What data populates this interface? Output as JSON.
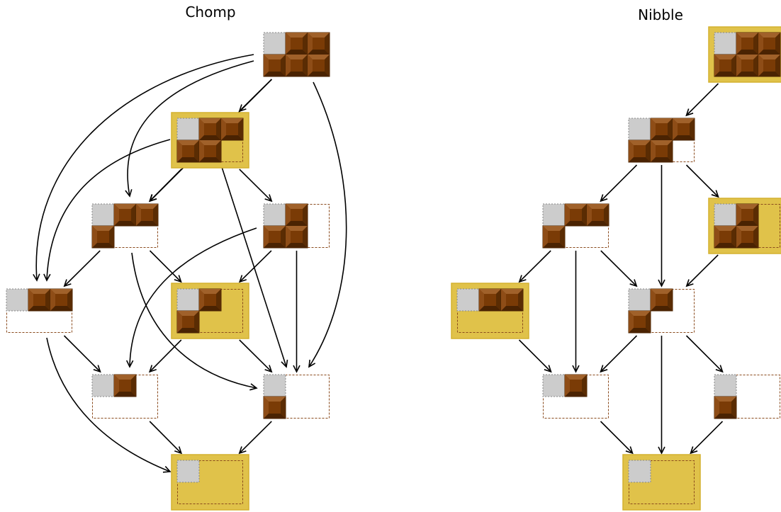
{
  "titles": {
    "left": "Chomp",
    "right": "Nibble"
  },
  "colors": {
    "chocolate": "#7a3b06",
    "chocolate_light": "#a0612a",
    "chocolate_dark": "#4a2302",
    "poison": "#cccccc",
    "highlight_fill": "#e0c24a",
    "highlight_stroke": "#d4b12f",
    "outline": "#8a4a1c",
    "arrow": "#000000"
  },
  "legend_note": "",
  "diagrams": [
    {
      "id": "chomp",
      "nodes": [
        {
          "id": "c0",
          "rows": [
            3,
            3
          ],
          "highlight": false
        },
        {
          "id": "c1",
          "rows": [
            3,
            2
          ],
          "highlight": true
        },
        {
          "id": "c2",
          "rows": [
            3,
            1
          ],
          "highlight": false
        },
        {
          "id": "c3",
          "rows": [
            2,
            2
          ],
          "highlight": false
        },
        {
          "id": "c4",
          "rows": [
            3,
            0
          ],
          "highlight": false
        },
        {
          "id": "c5",
          "rows": [
            2,
            1
          ],
          "highlight": true
        },
        {
          "id": "c6",
          "rows": [
            2,
            0
          ],
          "highlight": false
        },
        {
          "id": "c7",
          "rows": [
            1,
            1
          ],
          "highlight": false
        },
        {
          "id": "c8",
          "rows": [
            1,
            0
          ],
          "highlight": true
        }
      ],
      "edges": [
        [
          "c0",
          "c1"
        ],
        [
          "c0",
          "c3"
        ],
        [
          "c0",
          "c2"
        ],
        [
          "c0",
          "c4"
        ],
        [
          "c0",
          "c7"
        ],
        [
          "c1",
          "c2"
        ],
        [
          "c1",
          "c3"
        ],
        [
          "c1",
          "c4"
        ],
        [
          "c1",
          "c7"
        ],
        [
          "c2",
          "c4"
        ],
        [
          "c2",
          "c5"
        ],
        [
          "c2",
          "c7"
        ],
        [
          "c3",
          "c5"
        ],
        [
          "c3",
          "c7"
        ],
        [
          "c3",
          "c6"
        ],
        [
          "c4",
          "c6"
        ],
        [
          "c4",
          "c8"
        ],
        [
          "c5",
          "c6"
        ],
        [
          "c5",
          "c7"
        ],
        [
          "c6",
          "c8"
        ],
        [
          "c7",
          "c8"
        ]
      ]
    },
    {
      "id": "nibble",
      "nodes": [
        {
          "id": "n0",
          "rows": [
            3,
            3
          ],
          "highlight": true
        },
        {
          "id": "n1",
          "rows": [
            3,
            2
          ],
          "highlight": false
        },
        {
          "id": "n2",
          "rows": [
            3,
            1
          ],
          "highlight": false
        },
        {
          "id": "n3",
          "rows": [
            2,
            2
          ],
          "highlight": true
        },
        {
          "id": "n4",
          "rows": [
            3,
            0
          ],
          "highlight": true
        },
        {
          "id": "n5",
          "rows": [
            2,
            1
          ],
          "highlight": false
        },
        {
          "id": "n6",
          "rows": [
            2,
            0
          ],
          "highlight": false
        },
        {
          "id": "n7",
          "rows": [
            1,
            1
          ],
          "highlight": false
        },
        {
          "id": "n8",
          "rows": [
            1,
            0
          ],
          "highlight": true
        }
      ],
      "edges": [
        [
          "n0",
          "n1"
        ],
        [
          "n1",
          "n2"
        ],
        [
          "n1",
          "n5"
        ],
        [
          "n1",
          "n3"
        ],
        [
          "n2",
          "n4"
        ],
        [
          "n2",
          "n6"
        ],
        [
          "n2",
          "n5"
        ],
        [
          "n3",
          "n5"
        ],
        [
          "n4",
          "n6"
        ],
        [
          "n5",
          "n6"
        ],
        [
          "n5",
          "n8"
        ],
        [
          "n5",
          "n7"
        ],
        [
          "n6",
          "n8"
        ],
        [
          "n7",
          "n8"
        ]
      ]
    }
  ]
}
